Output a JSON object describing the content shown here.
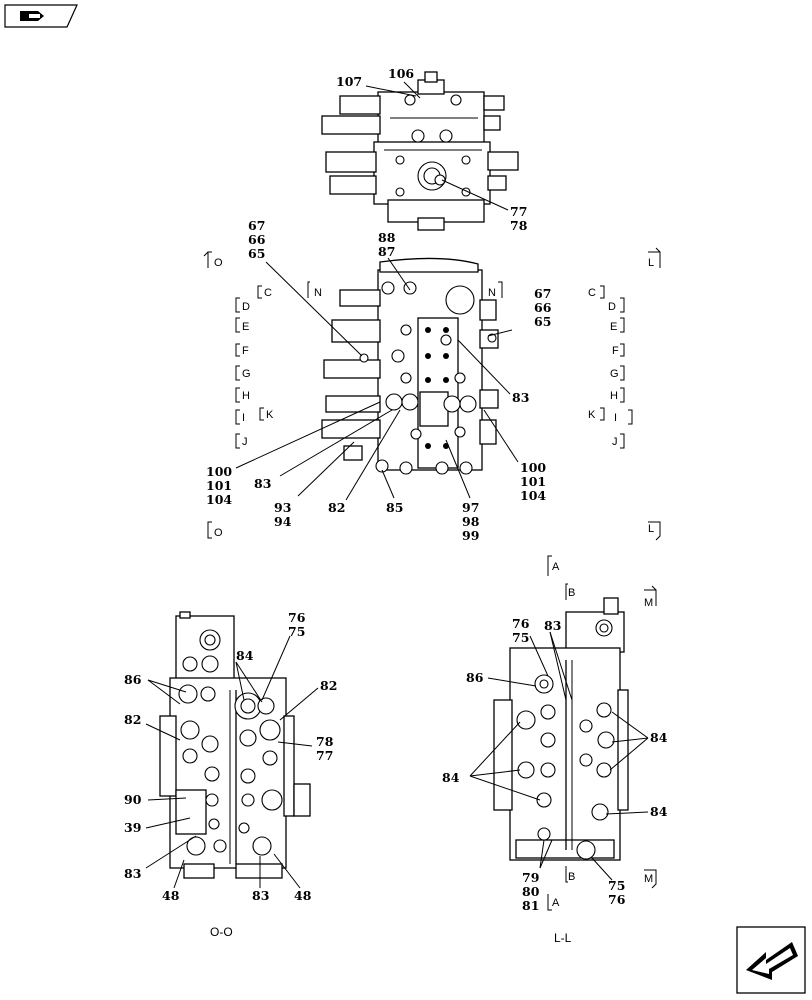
{
  "toolbar": {
    "icon": "book-arrow-icon"
  },
  "diagram": {
    "top_view_callouts": [
      "107",
      "106",
      "77",
      "78"
    ],
    "main_view_callouts": {
      "left_stack": [
        "67",
        "66",
        "65"
      ],
      "top_stack": [
        "88",
        "87"
      ],
      "right_stack": [
        "67",
        "66",
        "65"
      ],
      "left_bottom": [
        "100",
        "101",
        "104"
      ],
      "right_bottom": [
        "100",
        "101",
        "104"
      ],
      "c83_left": "83",
      "c83_right": "83",
      "c93_94": [
        "93",
        "94"
      ],
      "c82": "82",
      "c85": "85",
      "c97_99": [
        "97",
        "98",
        "99"
      ]
    },
    "section_marks": {
      "O_top": "O",
      "L_top": "L",
      "O_bottom": "O",
      "L_bottom": "L",
      "C_left": "C",
      "D_left": "D",
      "E_left": "E",
      "F_left": "F",
      "G_left": "G",
      "H_left": "H",
      "I_left": "I",
      "K_left": "K",
      "J_left": "J",
      "N_left": "N",
      "N_right": "N",
      "C_right": "C",
      "D_right": "D",
      "E_right": "E",
      "F_right": "F",
      "G_right": "G",
      "H_right": "H",
      "K_right": "K",
      "I_right": "I",
      "J_right": "J",
      "A_top": "A",
      "B_top": "B",
      "M_top": "M",
      "B_bottom": "B",
      "M_bottom": "M",
      "A_bottom": "A"
    },
    "oo_view": {
      "caption": "O-O",
      "callouts": [
        "76",
        "75",
        "84",
        "86",
        "82",
        "82",
        "78",
        "77",
        "90",
        "39",
        "83",
        "48",
        "83",
        "48"
      ]
    },
    "ll_view": {
      "caption": "L-L",
      "callouts": [
        "76",
        "75",
        "83",
        "86",
        "84",
        "84",
        "84",
        "79",
        "80",
        "81",
        "75",
        "76"
      ]
    }
  },
  "nav": {
    "next_icon": "page-forward-arrow-icon"
  }
}
